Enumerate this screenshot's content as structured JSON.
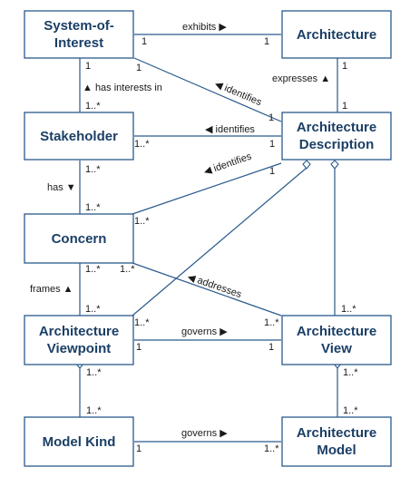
{
  "boxes": {
    "soi": [
      "System-of-",
      "Interest"
    ],
    "arch": [
      "Architecture"
    ],
    "stake": [
      "Stakeholder"
    ],
    "ad": [
      "Architecture",
      "Description"
    ],
    "concern": [
      "Concern"
    ],
    "avp": [
      "Architecture",
      "Viewpoint"
    ],
    "av": [
      "Architecture",
      "View"
    ],
    "mk": [
      "Model Kind"
    ],
    "am": [
      "Architecture",
      "Model"
    ]
  },
  "labels": {
    "exhibits": "exhibits ▶",
    "expresses": "expresses ▲",
    "has_interests": "▲ has interests in",
    "identifies_soi": "◀ identifies",
    "identifies_stake": "◀ identifies",
    "identifies_concern": "◀ identifies",
    "has": "has ▼",
    "frames": "frames ▲",
    "addresses": "◀ addresses",
    "governs_view": "governs ▶",
    "governs_model": "governs ▶"
  },
  "mult": {
    "m1": "1",
    "m2": "1",
    "m3": "1",
    "m4": "1",
    "m5": "1..*",
    "m6": "1",
    "m7": "1",
    "m8": "1",
    "m9": "1..*",
    "m10": "1",
    "m11": "1..*",
    "m12": "1..*",
    "m13": "1",
    "m14": "1..*",
    "m15": "1..*",
    "m16": "1..*",
    "m17": "1..*",
    "m18": "1..*",
    "m19": "1..*",
    "m20": "1",
    "m21": "1..*",
    "m22": "1",
    "m23": "1..*",
    "m24": "1..*",
    "m25": "1..*",
    "m26": "1..*",
    "m27": "1",
    "m28": "1..*"
  }
}
